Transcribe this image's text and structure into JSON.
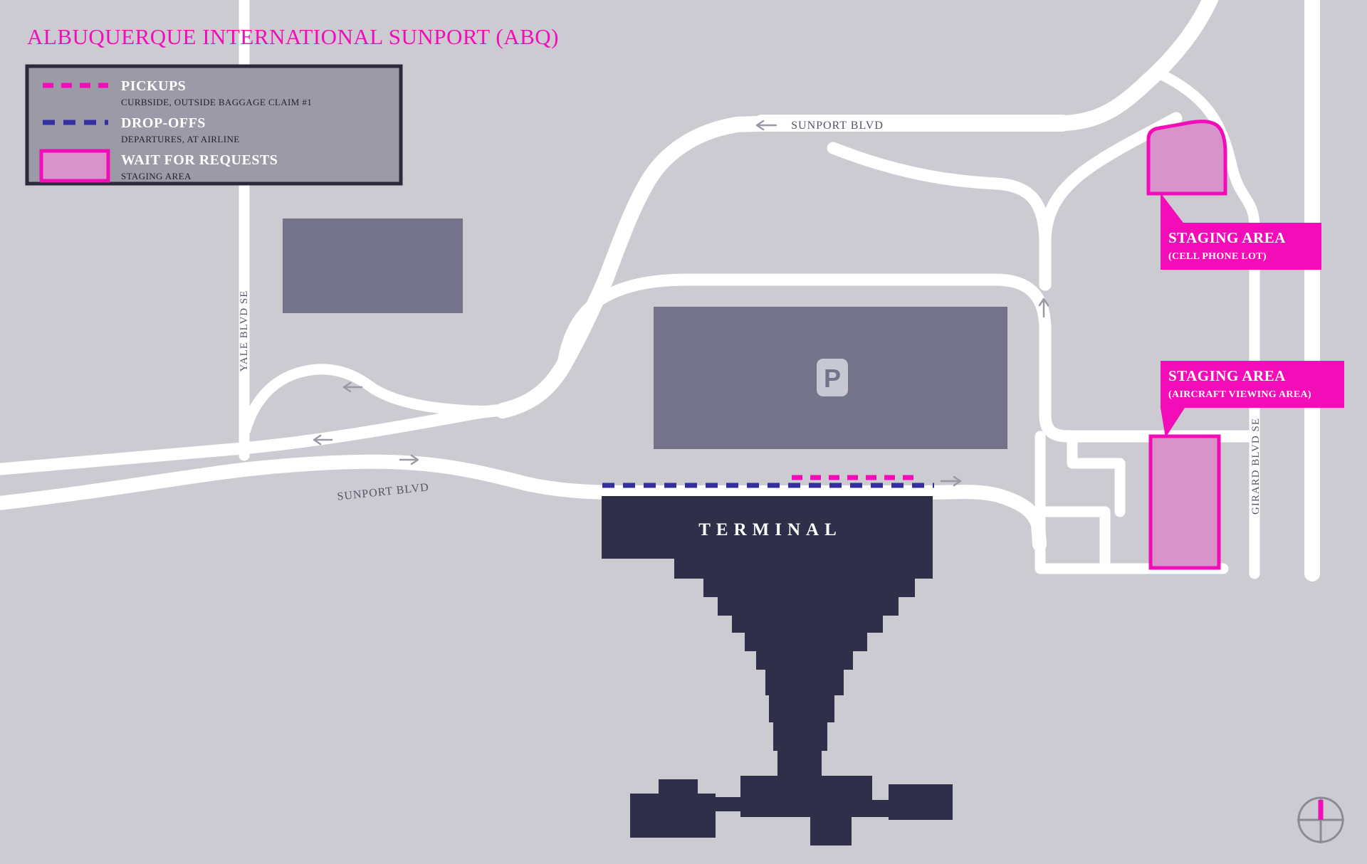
{
  "title": "ALBUQUERQUE INTERNATIONAL SUNPORT (ABQ)",
  "colors": {
    "accent_magenta": "#f20db8",
    "staging_fill": "#d993cb",
    "dropoff_navy": "#332fa0",
    "road_white": "#ffffff",
    "background_gray": "#cbcbd1",
    "building_gray": "#74738a",
    "terminal_navy": "#302f49"
  },
  "legend": {
    "items": [
      {
        "label": "PICKUPS",
        "sublabel": "CURBSIDE, OUTSIDE BAGGAGE CLAIM #1",
        "swatch": "pickup-dash"
      },
      {
        "label": "DROP-OFFS",
        "sublabel": "DEPARTURES, AT AIRLINE",
        "swatch": "dropoff-dash"
      },
      {
        "label": "WAIT FOR REQUESTS",
        "sublabel": "STAGING AREA",
        "swatch": "staging-area-fill"
      }
    ]
  },
  "map": {
    "terminal_label": "TERMINAL",
    "parking_label": "P",
    "road_labels": {
      "sunport_top": "SUNPORT BLVD",
      "sunport_west": "SUNPORT BLVD",
      "yale": "YALE BLVD SE",
      "girard": "GIRARD BLVD SE"
    },
    "callouts": [
      {
        "title": "STAGING AREA",
        "subtitle": "(CELL PHONE LOT)"
      },
      {
        "title": "STAGING AREA",
        "subtitle": "(AIRCRAFT VIEWING AREA)"
      }
    ]
  }
}
